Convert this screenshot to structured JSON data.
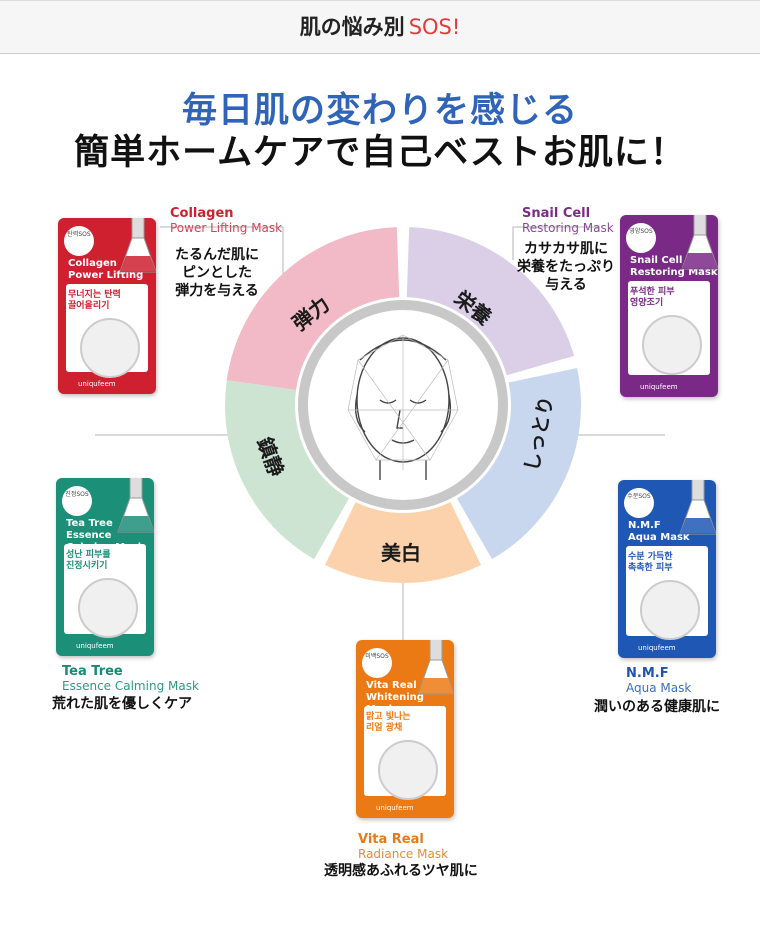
{
  "header": {
    "title": "肌の悩み別",
    "sos": "SOS!"
  },
  "headline": {
    "line1": "毎日肌の変わりを感じる",
    "line2": "簡単ホームケアで自己ベストお肌に！"
  },
  "wheel": {
    "segments": [
      {
        "label": "弾力",
        "color": "#f2b9c6"
      },
      {
        "label": "栄養",
        "color": "#dacfe6"
      },
      {
        "label": "しっとり",
        "color": "#c9d7ee"
      },
      {
        "label": "美白",
        "color": "#fbd2ab"
      },
      {
        "label": "鎮静",
        "color": "#cde4d3"
      }
    ],
    "ring_color": "#c8c8c8"
  },
  "products": [
    {
      "id": "collagen",
      "name": "Collagen",
      "sub": "Power Lifting Mask",
      "desc": "たるんだ肌に\nピンとした\n弾力を与える",
      "color": "#cf2030",
      "label_color": "#c8232e",
      "sub_color": "#d1455a",
      "pack_name": "Collagen\nPower Lifting",
      "pack_korean": "무너지는 탄력\n끌어올리기",
      "badge": "탄력SOS"
    },
    {
      "id": "snail",
      "name": "Snail Cell",
      "sub": "Restoring Mask",
      "desc": "カサカサ肌に\n栄養をたっぷり\n与える",
      "color": "#7a2a86",
      "label_color": "#7b2c85",
      "sub_color": "#8a4a95",
      "pack_name": "Snail Cell\nRestoring Mask",
      "pack_korean": "푸석한 피부\n영양조기",
      "badge": "영양SOS"
    },
    {
      "id": "teatree",
      "name": "Tea Tree",
      "sub": "Essence Calming Mask",
      "desc": "荒れた肌を優しくケア",
      "color": "#1c8f78",
      "label_color": "#168a73",
      "sub_color": "#2a9a84",
      "pack_name": "Tea Tree\nEssence Calming Mask",
      "pack_korean": "성난 피부를\n진정시키기",
      "badge": "진정SOS"
    },
    {
      "id": "nmf",
      "name": "N.M.F",
      "sub": "Aqua Mask",
      "desc": "潤いのある健康肌に",
      "color": "#1f57b4",
      "label_color": "#1e55b0",
      "sub_color": "#3a6fc4",
      "pack_name": "N.M.F\nAqua Mask",
      "pack_korean": "수분 가득한\n촉촉한 피부",
      "badge": "수분SOS"
    },
    {
      "id": "vitareal",
      "name": "Vita Real",
      "sub": "Radiance Mask",
      "desc": "透明感あふれるツヤ肌に",
      "color": "#ec7a14",
      "label_color": "#e77a16",
      "sub_color": "#ea8a30",
      "pack_name": "Vita Real\nWhitening Mask",
      "pack_korean": "맑고 빛나는\n리얼 광채",
      "badge": "미백SOS"
    }
  ],
  "brand": "uniqufeem"
}
